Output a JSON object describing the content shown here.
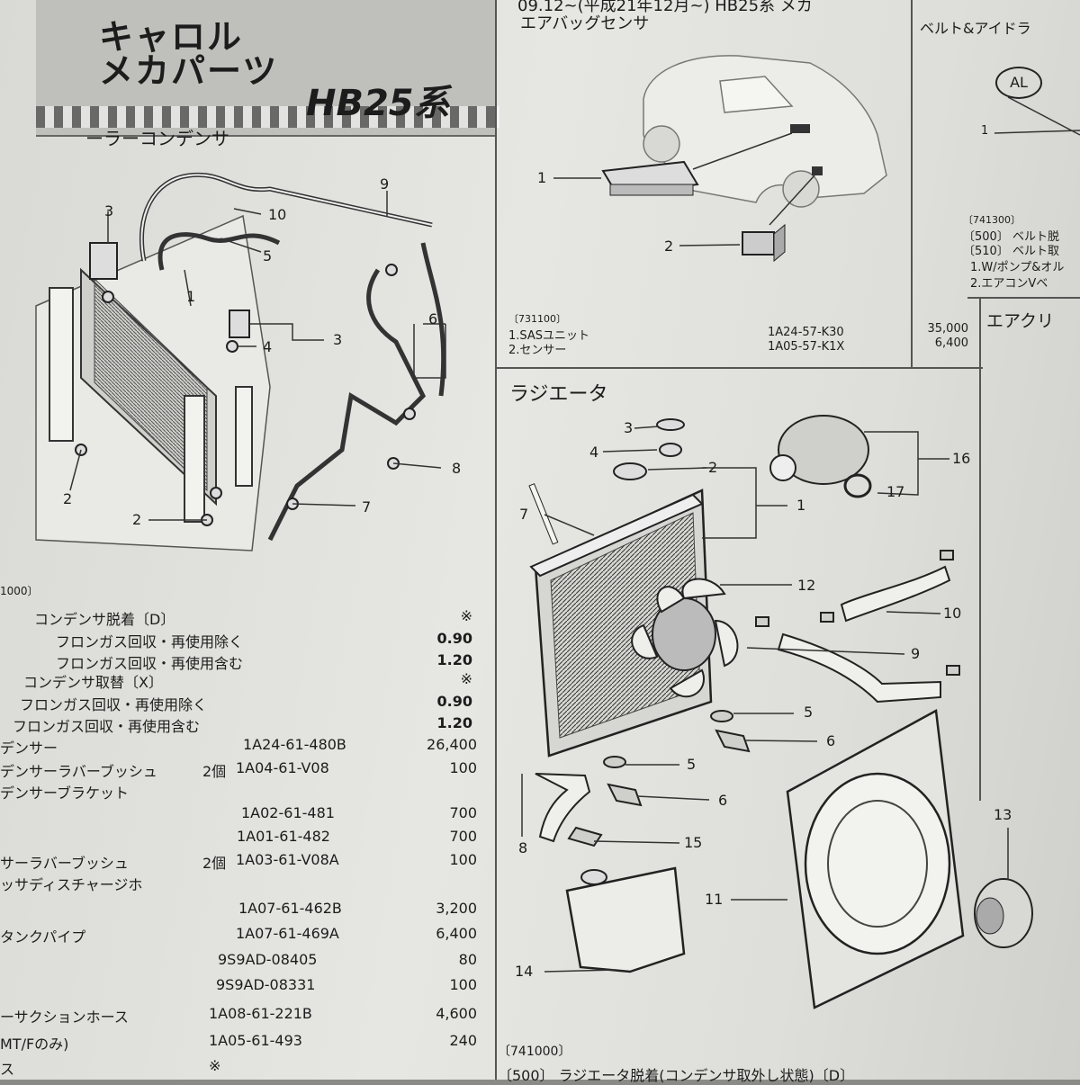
{
  "header": {
    "title_line1": "キャロル",
    "title_line2": "メカパーツ",
    "model": "HB25系",
    "top_center_fragment": "09.12~(平成21年12月~)  HB25系  メカ",
    "top_right_fragment": "ベルト&アイドラ"
  },
  "condenser": {
    "section_title": "ーラーコンデンサ",
    "callouts": [
      "1",
      "2",
      "2",
      "3",
      "3",
      "4",
      "5",
      "6",
      "7",
      "8",
      "9",
      "10"
    ],
    "code": "1000〕",
    "ops": [
      {
        "label": "コンデンサ脱着〔D〕",
        "value": "※"
      },
      {
        "label": "フロンガス回収・再使用除く",
        "value": "0.90"
      },
      {
        "label": "フロンガス回収・再使用含む",
        "value": "1.20"
      },
      {
        "label": "コンデンサ取替〔X〕",
        "value": "※"
      },
      {
        "label": "フロンガス回収・再使用除く",
        "value": "0.90"
      },
      {
        "label": "フロンガス回収・再使用含む",
        "value": "1.20"
      }
    ],
    "parts": [
      {
        "name": "デンサー",
        "qty": "",
        "part_no": "1A24-61-480B",
        "price": "26,400"
      },
      {
        "name": "デンサーラバーブッシュ",
        "qty": "2個",
        "part_no": "1A04-61-V08",
        "price": "100"
      },
      {
        "name": "デンサーブラケット",
        "qty": "",
        "part_no": "",
        "price": ""
      },
      {
        "name": "",
        "qty": "",
        "part_no": "1A02-61-481",
        "price": "700"
      },
      {
        "name": "",
        "qty": "",
        "part_no": "1A01-61-482",
        "price": "700"
      },
      {
        "name": "サーラバーブッシュ",
        "qty": "2個",
        "part_no": "1A03-61-V08A",
        "price": "100"
      },
      {
        "name": "ッサディスチャージホ",
        "qty": "",
        "part_no": "",
        "price": ""
      },
      {
        "name": "",
        "qty": "",
        "part_no": "1A07-61-462B",
        "price": "3,200"
      },
      {
        "name": "タンクパイプ",
        "qty": "",
        "part_no": "1A07-61-469A",
        "price": "6,400"
      },
      {
        "name": "",
        "qty": "",
        "part_no": "9S9AD-08405",
        "price": "80"
      },
      {
        "name": "",
        "qty": "",
        "part_no": "9S9AD-08331",
        "price": "100"
      },
      {
        "name": "ーサクションホース",
        "qty": "",
        "part_no": "1A08-61-221B",
        "price": "4,600"
      },
      {
        "name": "MT/Fのみ)",
        "qty": "",
        "part_no": "1A05-61-493",
        "price": "240"
      },
      {
        "name": "ス",
        "qty": "",
        "part_no": "",
        "price": "※"
      }
    ]
  },
  "airbag": {
    "section_title": "エアバッグセンサ",
    "callouts": [
      "1",
      "2"
    ],
    "code": "〔731100〕",
    "parts": [
      {
        "name": "1.SASユニット",
        "part_no": "1A24-57-K30",
        "price": "35,000"
      },
      {
        "name": "2.センサー",
        "part_no": "1A05-57-K1X",
        "price": "6,400"
      }
    ]
  },
  "belt": {
    "badge": "AL",
    "callout": "1",
    "code": "〔741300〕",
    "lines": [
      "〔500〕  ベルト脱",
      "〔510〕  ベルト取",
      "1.W/ポンプ&オル",
      "2.エアコンVベ"
    ]
  },
  "aircleaner": {
    "section_title": "エアクリ"
  },
  "radiator": {
    "section_title": "ラジエータ",
    "callouts": [
      "1",
      "2",
      "3",
      "4",
      "5",
      "5",
      "6",
      "6",
      "7",
      "8",
      "9",
      "10",
      "11",
      "12",
      "13",
      "14",
      "15",
      "16",
      "17"
    ],
    "code": "〔741000〕",
    "bottom_op": "〔500〕 ラジエータ脱着(コンデンサ取外し状態)〔D〕"
  }
}
